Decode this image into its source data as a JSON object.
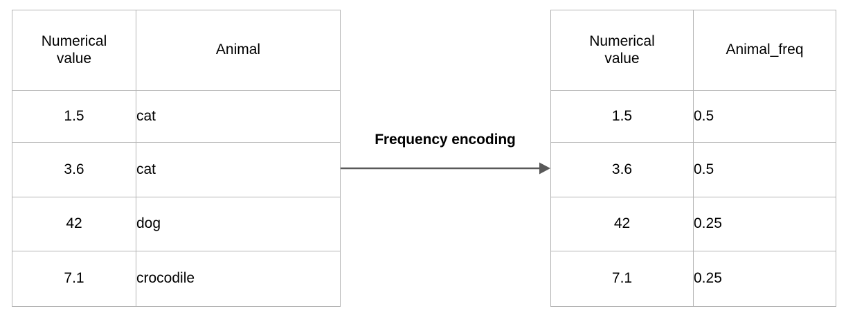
{
  "diagram": {
    "title_text": "Frequency encoding",
    "arrow": {
      "name": "rightwards-arrow",
      "color": "#595959"
    },
    "border_color": "#b4b4b4"
  },
  "source_table": {
    "name": "source-table",
    "headers": {
      "col1_line1": "Numerical",
      "col1_line2": "value",
      "col2": "Animal"
    },
    "rows": [
      {
        "value": "1.5",
        "animal": "cat"
      },
      {
        "value": "3.6",
        "animal": "cat"
      },
      {
        "value": "42",
        "animal": "dog"
      },
      {
        "value": "7.1",
        "animal": "crocodile"
      }
    ]
  },
  "result_table": {
    "name": "result-table",
    "headers": {
      "col1_line1": "Numerical",
      "col1_line2": "value",
      "col2": "Animal_freq"
    },
    "rows": [
      {
        "value": "1.5",
        "freq": "0.5"
      },
      {
        "value": "3.6",
        "freq": "0.5"
      },
      {
        "value": "42",
        "freq": "0.25"
      },
      {
        "value": "7.1",
        "freq": "0.25"
      }
    ]
  }
}
